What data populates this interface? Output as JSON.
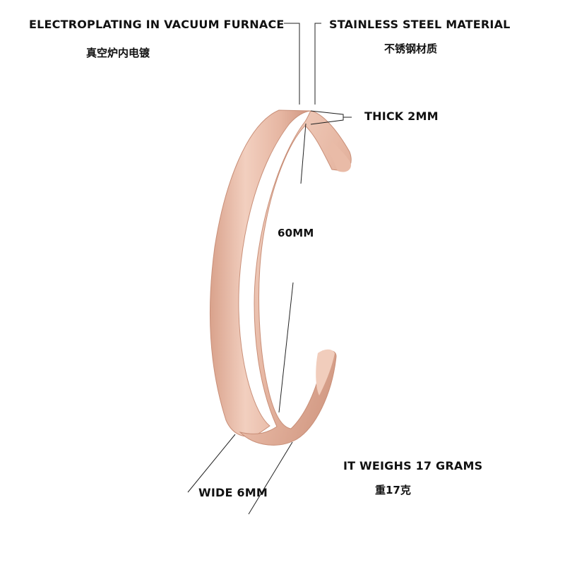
{
  "annotations": {
    "electroplating": {
      "en": "ELECTROPLATING IN VACUUM FURNACE",
      "cn": "真空炉内电镀"
    },
    "material": {
      "en": "STAINLESS STEEL MATERIAL",
      "cn": "不锈钢材质"
    },
    "thickness": "THICK 2MM",
    "diameter": "60MM",
    "width": "WIDE 6MM",
    "weight": {
      "en": "IT WEIGHS 17 GRAMS",
      "cn": "重17克"
    }
  },
  "colors": {
    "bracelet_light": "#f3d3c3",
    "bracelet_mid": "#e3b29c",
    "bracelet_dark": "#c98f78",
    "line": "#222222"
  }
}
